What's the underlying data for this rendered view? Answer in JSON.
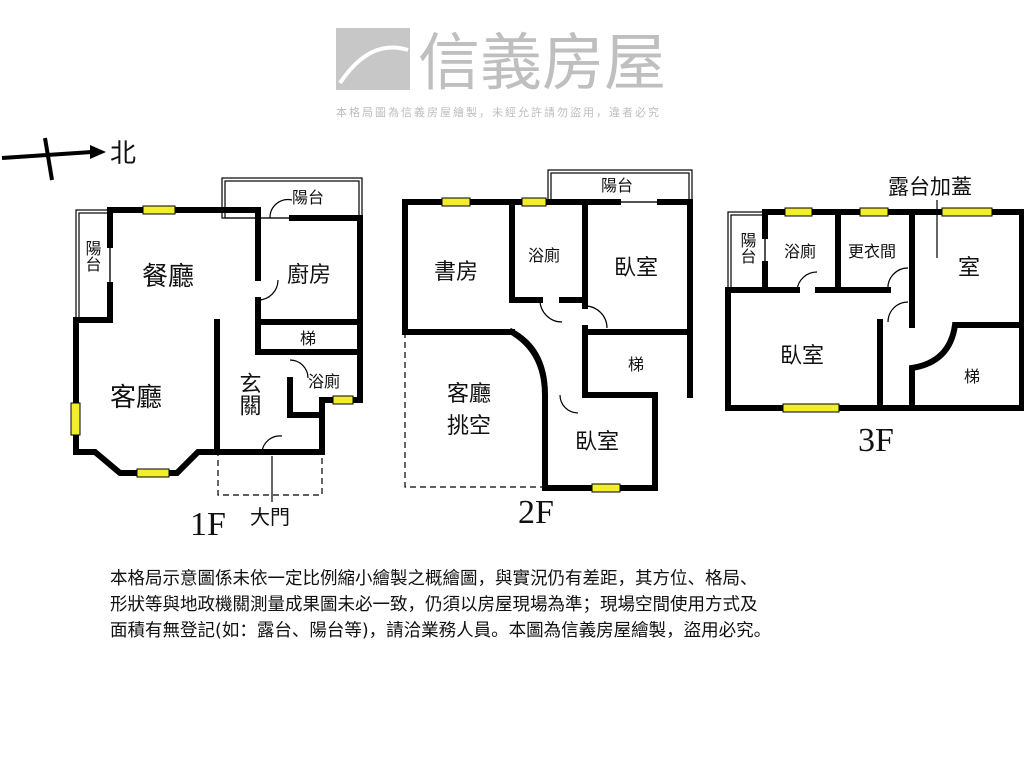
{
  "compass": {
    "label": "北"
  },
  "watermark": {
    "logo_text": "信義房屋",
    "notice": "本格局圖為信義房屋繪製，未經允許請勿盜用，違者必究"
  },
  "floor1": {
    "label": "1F",
    "rooms": {
      "balcony_left": "陽台",
      "dining": "餐廳",
      "balcony_top": "陽台",
      "kitchen": "廚房",
      "stairs": "梯",
      "bathroom": "浴廁",
      "living": "客廳",
      "foyer": "玄關",
      "main_door": "大門"
    }
  },
  "floor2": {
    "label": "2F",
    "rooms": {
      "balcony": "陽台",
      "study": "書房",
      "bathroom": "浴廁",
      "bedroom1": "臥室",
      "stairs": "梯",
      "void_line1": "客廳",
      "void_line2": "挑空",
      "bedroom2": "臥室"
    }
  },
  "floor3": {
    "label": "3F",
    "rooms": {
      "balcony": "陽台",
      "bathroom": "浴廁",
      "closet": "更衣間",
      "terrace_addition": "露台加蓋",
      "room": "室",
      "bedroom": "臥室",
      "stairs": "梯"
    }
  },
  "notes": [
    "本格局示意圖係未依一定比例縮小繪製之概繪圖，與實況仍有差距，其方位、格局、",
    "形狀等與地政機關測量成果圖未必一致，仍須以房屋現場為準；現場空間使用方式及",
    "面積有無登記(如：露台、陽台等)，請洽業務人員。本圖為信義房屋繪製，盜用必究。"
  ]
}
